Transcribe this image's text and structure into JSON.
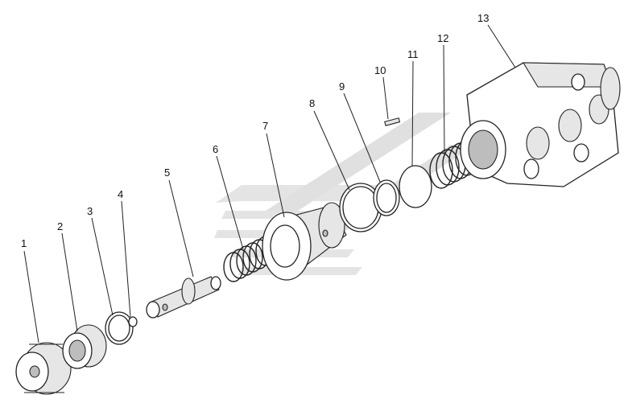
{
  "diagram": {
    "part_labels": [
      "1",
      "2",
      "3",
      "4",
      "5",
      "6",
      "7",
      "8",
      "9",
      "10",
      "11",
      "12",
      "13"
    ]
  }
}
